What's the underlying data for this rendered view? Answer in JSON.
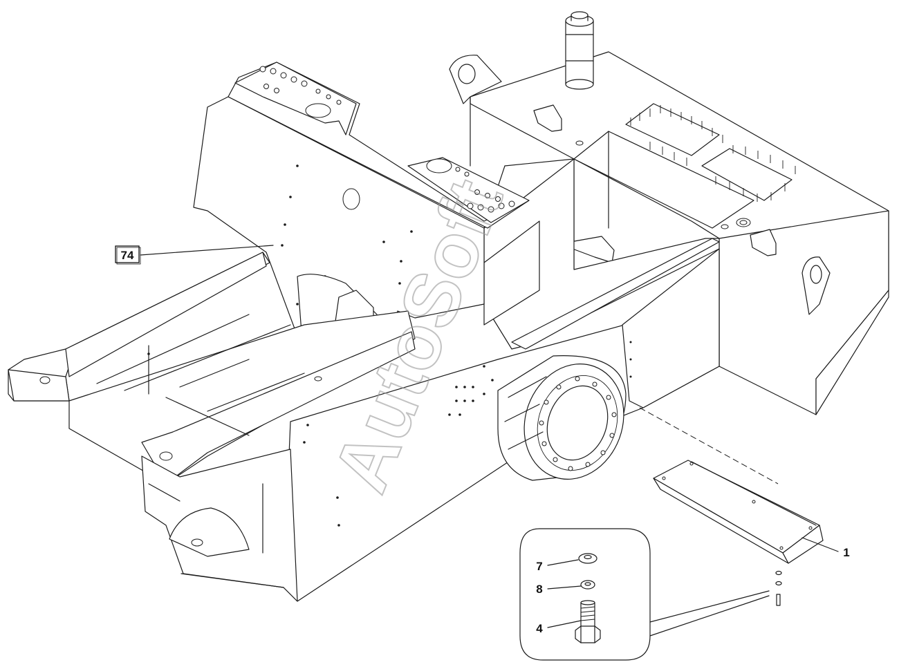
{
  "watermark": "AutoSoft",
  "callouts": [
    {
      "id": "callout-74",
      "text": "74",
      "boxed": true
    },
    {
      "id": "callout-1",
      "text": "1",
      "boxed": false
    },
    {
      "id": "callout-7",
      "text": "7",
      "boxed": false
    },
    {
      "id": "callout-8",
      "text": "8",
      "boxed": false
    },
    {
      "id": "callout-4",
      "text": "4",
      "boxed": false
    }
  ],
  "parts": {
    "frame": "main-frame",
    "cover_plate": "cover-plate",
    "washer": "washer",
    "lock_washer": "lock-washer",
    "bolt": "bolt"
  }
}
